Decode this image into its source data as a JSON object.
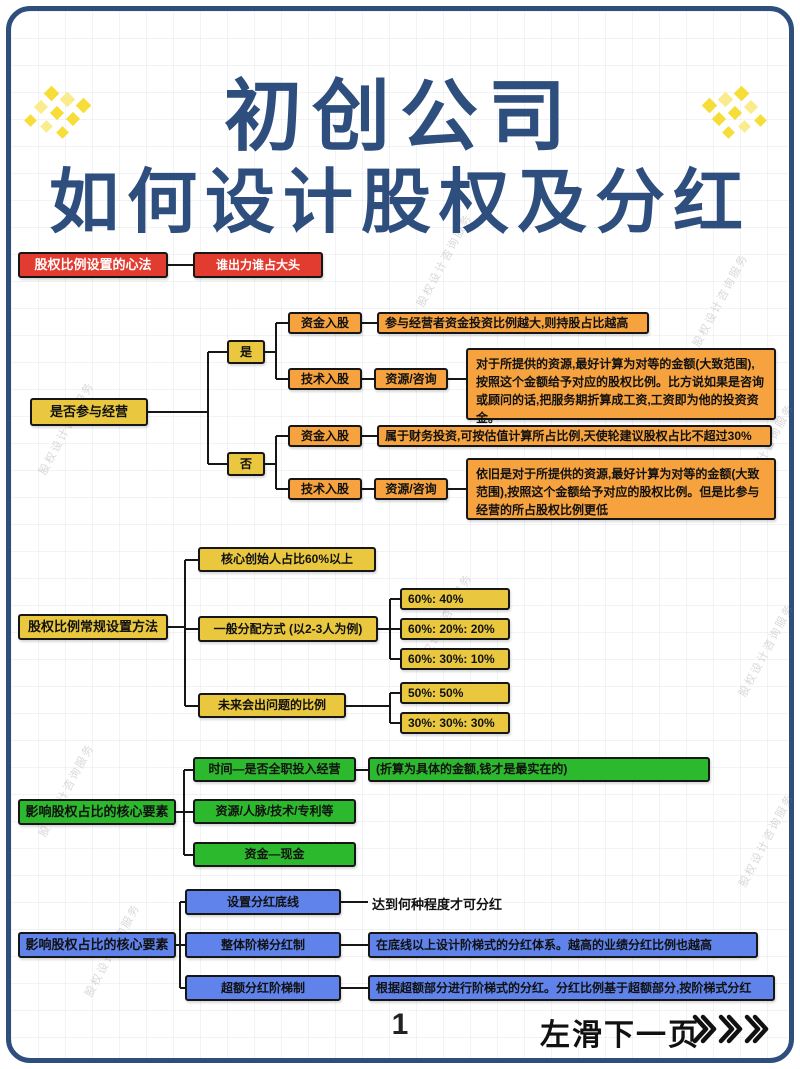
{
  "header": {
    "title_line1": "初创公司",
    "title_line2": "如何设计股权及分红"
  },
  "watermark": "股权设计咨询服务",
  "mindset": {
    "root": "股权比例设置的心法",
    "child": "谁出力谁占大头"
  },
  "participation": {
    "root": "是否参与经营",
    "yes_label": "是",
    "no_label": "否",
    "yes_capital_label": "资金入股",
    "yes_capital_desc": "参与经营者资金投资比例越大,则持股占比越高",
    "yes_tech_label": "技术入股",
    "yes_resource_label": "资源/咨询",
    "yes_tech_desc": "对于所提供的资源,最好计算为对等的金额(大致范围),按照这个金额给予对应的股权比例。比方说如果是咨询或顾问的话,把服务期折算成工资,工资即为他的投资资金。",
    "no_capital_label": "资金入股",
    "no_capital_desc": "属于财务投资,可按估值计算所占比例,天使轮建议股权占比不超过30%",
    "no_tech_label": "技术入股",
    "no_resource_label": "资源/咨询",
    "no_tech_desc": "依旧是对于所提供的资源,最好计算为对等的金额(大致范围),按照这个金额给予对应的股权比例。但是比参与经营的所占股权比例更低"
  },
  "ratio_setup": {
    "root": "股权比例常规设置方法",
    "founder": "核心创始人占比60%以上",
    "general": "一般分配方式 (以2-3人为例)",
    "general_options": [
      "60%: 40%",
      "60%: 20%: 20%",
      "60%: 30%: 10%"
    ],
    "problem": "未来会出问题的比例",
    "problem_options": [
      "50%: 50%",
      "30%: 30%: 30%"
    ]
  },
  "equity_factors": {
    "root": "影响股权占比的核心要素",
    "time": "时间—是否全职投入经营",
    "time_note": "(折算为具体的金额,钱才是最实在的)",
    "resource": "资源/人脉/技术/专利等",
    "capital": "资金—现金"
  },
  "dividend": {
    "root": "影响股权占比的核心要素",
    "floor": "设置分红底线",
    "floor_desc": "达到何种程度才可分红",
    "tiered": "整体阶梯分红制",
    "tiered_desc": "在底线以上设计阶梯式的分红体系。越高的业绩分红比例也越高",
    "excess": "超额分红阶梯制",
    "excess_desc": "根据超额部分进行阶梯式的分红。分红比例基于超额部分,按阶梯式分红"
  },
  "footer": {
    "page_number": "1",
    "swipe_text": "左滑下一页"
  },
  "colors": {
    "title": "#2e4e7e",
    "red": "#e23b30",
    "orange": "#f6a33f",
    "yellow": "#e9c83f",
    "green": "#2db92d",
    "blue": "#5f83ea"
  }
}
